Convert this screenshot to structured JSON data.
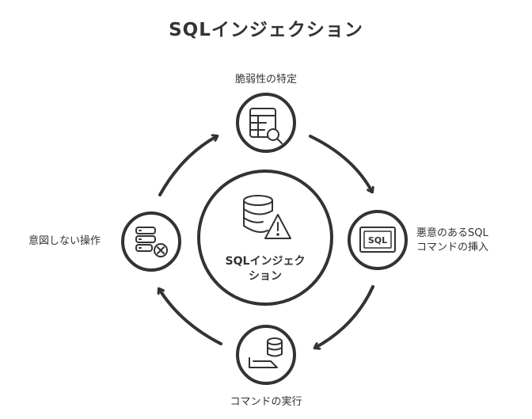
{
  "title": "SQLインジェクション",
  "center": {
    "line1": "SQLインジェク",
    "line2": "ション",
    "icon": "database-warning-icon"
  },
  "nodes": [
    {
      "label": "脆弱性の特定",
      "icon": "table-search-icon"
    },
    {
      "label_line1": "悪意のあるSQL",
      "label_line2": "コマンドの挿入",
      "icon": "sql-box-icon"
    },
    {
      "label": "コマンドの実行",
      "icon": "database-output-icon"
    },
    {
      "label": "意図しない操作",
      "icon": "server-error-icon"
    }
  ],
  "sql_badge": "SQL",
  "colors": {
    "stroke": "#333333",
    "background": "#ffffff"
  }
}
